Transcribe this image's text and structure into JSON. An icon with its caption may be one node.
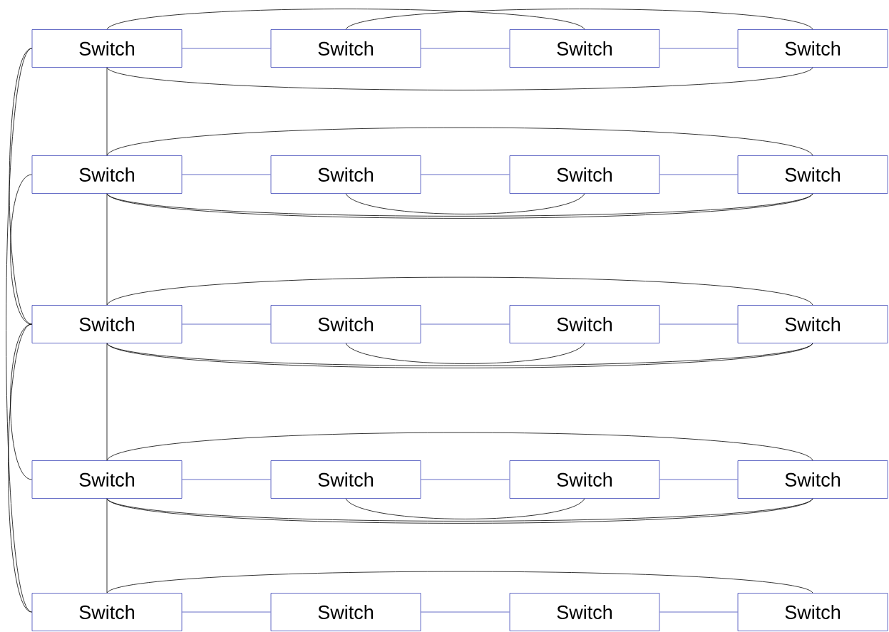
{
  "diagram": {
    "nodes": [
      {
        "text": [
          "Switch"
        ]
      },
      {
        "text": [
          "Switch"
        ]
      },
      {
        "text": [
          "Switch"
        ]
      },
      {
        "text": [
          "Switch"
        ]
      },
      {
        "text": [
          "Switch"
        ]
      },
      {
        "text": [
          "Switch"
        ]
      },
      {
        "text": [
          "Switch"
        ]
      },
      {
        "text": [
          "Switch"
        ]
      },
      {
        "text": [
          "Switch"
        ]
      },
      {
        "text": [
          "Switch"
        ]
      },
      {
        "text": [
          "Switch"
        ]
      },
      {
        "text": [
          "Switch"
        ]
      },
      {
        "text": [
          "Switch"
        ]
      },
      {
        "text": [
          "Switch"
        ]
      },
      {
        "text": [
          "Switch"
        ]
      },
      {
        "text": [
          "Switch"
        ]
      },
      {
        "text": [
          "Switch"
        ]
      },
      {
        "text": [
          "Switch"
        ]
      },
      {
        "text": [
          "Switch"
        ]
      },
      {
        "text": [
          "Switch"
        ]
      }
    ],
    "edges": [
      {
        "from": 0,
        "to": 1,
        "arrow": "none",
        "color": "#3f48b8"
      },
      {
        "from": 1,
        "to": 2,
        "arrow": "none",
        "color": "#3f48b8"
      },
      {
        "from": 2,
        "to": 3,
        "arrow": "none",
        "color": "#3f48b8"
      },
      {
        "from": 0,
        "to": 2,
        "arrow": "none"
      },
      {
        "from": 1,
        "to": 3,
        "arrow": "none"
      },
      {
        "from": 0,
        "to": 3,
        "arrow": "none"
      },
      {
        "from": 4,
        "to": 5,
        "arrow": "none",
        "color": "#3f48b8"
      },
      {
        "from": 5,
        "to": 6,
        "arrow": "none",
        "color": "#3f48b8"
      },
      {
        "from": 6,
        "to": 7,
        "arrow": "none",
        "color": "#3f48b8"
      },
      {
        "from": 4,
        "to": 7,
        "arrow": "none"
      },
      {
        "from": 5,
        "to": 6,
        "arrow": "none"
      },
      {
        "from": 4,
        "to": 7,
        "arrow": "none"
      },
      {
        "from": 4,
        "to": 7,
        "arrow": "none"
      },
      {
        "from": 8,
        "to": 9,
        "arrow": "none",
        "color": "#3f48b8"
      },
      {
        "from": 9,
        "to": 10,
        "arrow": "none",
        "color": "#3f48b8"
      },
      {
        "from": 10,
        "to": 11,
        "arrow": "none",
        "color": "#3f48b8"
      },
      {
        "from": 8,
        "to": 11,
        "arrow": "none"
      },
      {
        "from": 9,
        "to": 10,
        "arrow": "none"
      },
      {
        "from": 8,
        "to": 11,
        "arrow": "none"
      },
      {
        "from": 8,
        "to": 11,
        "arrow": "none"
      },
      {
        "from": 12,
        "to": 13,
        "arrow": "none",
        "color": "#3f48b8"
      },
      {
        "from": 13,
        "to": 14,
        "arrow": "none",
        "color": "#3f48b8"
      },
      {
        "from": 14,
        "to": 15,
        "arrow": "none",
        "color": "#3f48b8"
      },
      {
        "from": 12,
        "to": 15,
        "arrow": "none"
      },
      {
        "from": 13,
        "to": 14,
        "arrow": "none"
      },
      {
        "from": 12,
        "to": 15,
        "arrow": "none"
      },
      {
        "from": 12,
        "to": 15,
        "arrow": "none"
      },
      {
        "from": 16,
        "to": 17,
        "arrow": "none",
        "color": "#3f48b8"
      },
      {
        "from": 17,
        "to": 18,
        "arrow": "none",
        "color": "#3f48b8"
      },
      {
        "from": 18,
        "to": 19,
        "arrow": "none",
        "color": "#3f48b8"
      },
      {
        "from": 16,
        "to": 19,
        "arrow": "none"
      },
      {
        "from": 0,
        "to": 4,
        "arrow": "none"
      },
      {
        "from": 4,
        "to": 8,
        "arrow": "none"
      },
      {
        "from": 8,
        "to": 12,
        "arrow": "none"
      },
      {
        "from": 12,
        "to": 16,
        "arrow": "none"
      },
      {
        "from": 0,
        "to": 8,
        "arrow": "none"
      },
      {
        "from": 0,
        "to": 16,
        "arrow": "none"
      },
      {
        "from": 4,
        "to": 8,
        "arrow": "none"
      },
      {
        "from": 8,
        "to": 12,
        "arrow": "none"
      },
      {
        "from": 8,
        "to": 16,
        "arrow": "none"
      }
    ]
  }
}
